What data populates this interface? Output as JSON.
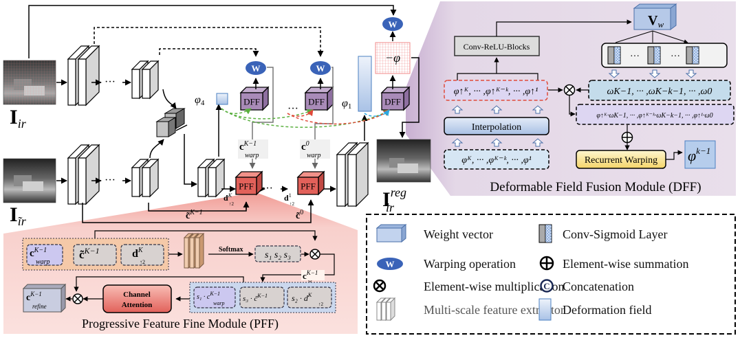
{
  "inputs": {
    "ir_label": "I",
    "ir_sub": "ir",
    "ir_tilde_label": "I",
    "ir_tilde_sub": "ĩr",
    "reg_label": "I",
    "reg_sub": "ir",
    "reg_sup": "reg"
  },
  "main": {
    "warp_symbol": "W",
    "dff_label": "DFF",
    "pff_label": "PFF",
    "dots": "···",
    "phi4": "φ",
    "phi4_sub": "4",
    "phi1": "φ",
    "phi1_sub": "1",
    "neg_phi": "−φ",
    "cwarp_k1": "c",
    "cwarp_k1_sup": "K−1",
    "cwarp_k1_sub": "warp",
    "cwarp_0": "c",
    "cwarp_0_sup": "0",
    "cwarp_0_sub": "warp",
    "ctilde_k1": "c̃",
    "ctilde_k1_sup": "K−1",
    "ctilde_0": "c̃",
    "ctilde_0_sup": "0",
    "d_k": "d",
    "d_k_sup": "K",
    "d_k_sub": "↑2",
    "d_1": "d",
    "d_1_sup": "1",
    "d_1_sub": "↑2"
  },
  "dff_module": {
    "title": "Deformable Field Fusion Module (DFF)",
    "conv_relu": "Conv-ReLU-Blocks",
    "vw": "V",
    "vw_sub": "w",
    "interpolation": "Interpolation",
    "recurrent_warping": "Recurrent Warping",
    "phi_up_row": "φ↑ᴷ, ··· ,φ↑ᴷ⁻ᵏ, ··· ,φ↑¹",
    "omega_row": "ωK−1, ··· ,ωK−k−1, ··· ,ω0",
    "product_row": "φ↑ᴷ·ωK−1, ··· ,φ↑ᴷ⁻ᵏ·ωK−k−1, ··· ,φ↑¹·ω0",
    "phi_row": "φᴷ, ··· ,φᴷ⁻ᵏ, ··· ,φ¹",
    "phi_out": "φ",
    "phi_out_sup": "k−1",
    "dots": "···"
  },
  "pff_module": {
    "title": "Progressive Feature Fine Module (PFF)",
    "in_cwarp": "c",
    "in_cwarp_sup": "K−1",
    "in_cwarp_sub": "warp",
    "in_ctilde": "c̃",
    "in_ctilde_sup": "K−1",
    "in_d": "d",
    "in_d_sup": "K",
    "in_d_sub": "↑2",
    "softmax": "Softmax",
    "scores": "s₁ s₂ s₃",
    "cw": "c",
    "cw_sup": "K−1",
    "cw_sub": "w",
    "channel_attention_1": "Channel",
    "channel_attention_2": "Attention",
    "w1": "s₁ · c",
    "w1_sup": "K−1",
    "w1_sub": "warp",
    "w2": "s₃ · c̃",
    "w2_sup": "K−1",
    "w3": "s₂ · d",
    "w3_sup": "K",
    "w3_sub": "↑2",
    "refine": "c",
    "refine_sup": "K−1",
    "refine_sub": "refine"
  },
  "legend": {
    "items": [
      {
        "icon": "weight-vector-icon",
        "label": "Weight vector"
      },
      {
        "icon": "conv-sigmoid-icon",
        "label": "Conv-Sigmoid Layer"
      },
      {
        "icon": "warping-icon",
        "label": "Warping operation"
      },
      {
        "icon": "plus-circle-icon",
        "label": "Element-wise summation"
      },
      {
        "icon": "times-circle-icon",
        "label": "Element-wise multiplication"
      },
      {
        "icon": "concat-icon",
        "label": "Concatenation"
      },
      {
        "icon": "feature-extractor-icon",
        "label": "Multi-scale feature extractor"
      },
      {
        "icon": "deformation-field-icon",
        "label": "Deformation field"
      }
    ],
    "warp_symbol": "W",
    "concat_symbol": "C"
  },
  "colors": {
    "dff_purple": "#a98bb8",
    "pff_red": "#e2615a",
    "warp_blue": "#3a63b8",
    "dff_bg": "#e6d9e8",
    "pff_bg": "#f7d3d0",
    "field_blue": "#b9cdea",
    "green_dash": "#5bb040",
    "red_dash": "#e04a3a",
    "cyan_dash": "#2aa8e0"
  }
}
